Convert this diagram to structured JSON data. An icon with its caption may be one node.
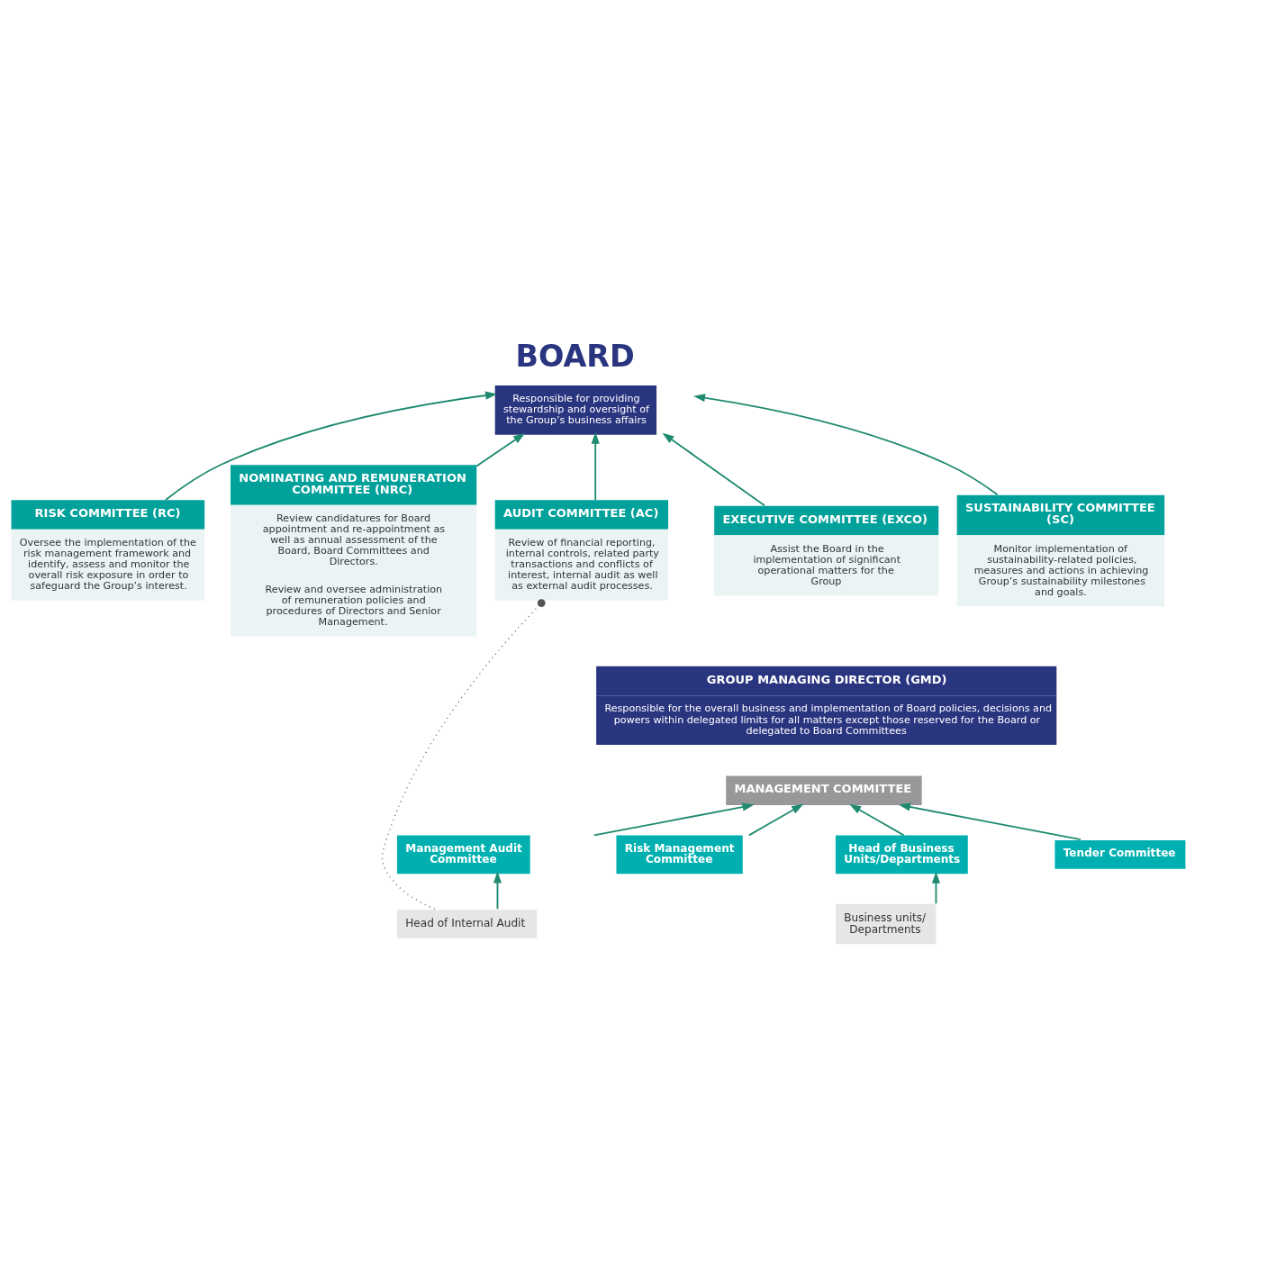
{
  "diagram": {
    "nodes": [
      {
        "text": [
          "AUDIT COMMITTEE (AC)",
          "Review of financial reporting, internal controls, related party transactions and conflicts of interest, internal audit as well as external audit processes."
        ]
      },
      {
        "text": [
          "BOARD",
          "Responsible for providing stewardship and oversight of the Group’s business affairs"
        ]
      },
      {
        "text": [
          "RISK COMMITTEE (RC)",
          "Oversee the implementation of the risk management framework and identify, assess and monitor the overall risk exposure in order to safeguard the Group’s interest."
        ]
      },
      {
        "text": [
          "NOMINATING AND REMUNERATION COMMITTEE (NRC)",
          "Review candidatures for Board appointment and re-appointment as well as annual assessment of the Board, Board Committees and Directors.",
          "Review and oversee administration of remuneration policies and procedures of Directors and Senior Management."
        ]
      },
      {
        "text": [
          "EXECUTIVE COMMITTEE (EXCO)",
          "Assist the Board in the implementation of significant operational matters for the Group"
        ]
      },
      {
        "text": [
          "SUSTAINABILITY COMMITTEE (SC)",
          "Monitor implementation of sustainability-related policies, measures and actions in achieving Group’s sustainability milestones and goals."
        ]
      },
      {
        "text": [
          "GROUP MANAGING DIRECTOR (GMD)",
          "Responsible for the overall business and implementation of Board policies, decisions and powers within delegated limits for all matters except those reserved for the Board or delegated to Board Committees"
        ]
      },
      {
        "text": [
          "MANAGEMENT COMMITTEE"
        ]
      },
      {
        "text": [
          "Management Audit Committee"
        ]
      },
      {
        "text": [
          "Risk Management Committee"
        ]
      },
      {
        "text": [
          "Head of Business Units/Departments"
        ]
      },
      {
        "text": [
          "Tender Committee"
        ]
      },
      {
        "text": [
          "Head of Internal Audit"
        ]
      },
      {
        "text": [
          "Business units/ Departments"
        ]
      }
    ],
    "edges": [
      {
        "from": 0,
        "to": 1,
        "arrow": "to"
      },
      {
        "from": 2,
        "to": 1,
        "arrow": "to"
      },
      {
        "from": 3,
        "to": 1,
        "arrow": "to"
      },
      {
        "from": 4,
        "to": 1,
        "arrow": "to"
      },
      {
        "from": 5,
        "to": 1,
        "arrow": "to"
      },
      {
        "from": 8,
        "to": 7,
        "arrow": "to"
      },
      {
        "from": 9,
        "to": 7,
        "arrow": "to"
      },
      {
        "from": 10,
        "to": 7,
        "arrow": "to"
      },
      {
        "from": 11,
        "to": 7,
        "arrow": "to"
      },
      {
        "from": 12,
        "to": 8,
        "arrow": "to"
      },
      {
        "from": 13,
        "to": 10,
        "arrow": "to"
      },
      {
        "from": 12,
        "to": 0,
        "arrow": "other",
        "style": "dashed"
      }
    ]
  }
}
